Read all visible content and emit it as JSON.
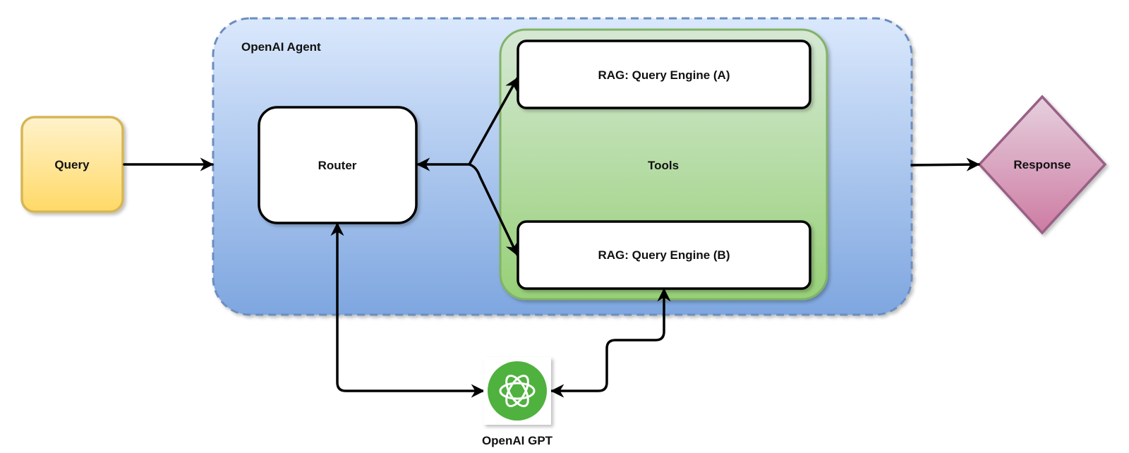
{
  "nodes": {
    "query": {
      "label": "Query"
    },
    "agent": {
      "label": "OpenAI Agent"
    },
    "router": {
      "label": "Router"
    },
    "tools": {
      "label": "Tools"
    },
    "engine_a": {
      "label": "RAG: Query Engine (A)"
    },
    "engine_b": {
      "label": "RAG: Query Engine (B)"
    },
    "response": {
      "label": "Response"
    },
    "gpt": {
      "label": "OpenAI GPT",
      "icon": "openai-logo-icon"
    }
  },
  "edges": [
    {
      "from": "query",
      "to": "agent"
    },
    {
      "from": "tools",
      "to": "router"
    },
    {
      "from": "router",
      "to": "engine_a"
    },
    {
      "from": "router",
      "to": "engine_b"
    },
    {
      "from": "router",
      "to": "gpt",
      "bidirectional": true
    },
    {
      "from": "engine_b",
      "to": "gpt",
      "bidirectional": true
    },
    {
      "from": "agent",
      "to": "response"
    }
  ],
  "colors": {
    "agent_fill_top": "#dae8fc",
    "agent_fill_bottom": "#7ea6e0",
    "agent_border": "#6c8ebf",
    "tools_fill_top": "#d5e8d4",
    "tools_fill_bottom": "#97d077",
    "tools_border": "#82b366",
    "query_fill_top": "#fff2cc",
    "query_fill_bottom": "#ffd966",
    "query_border": "#d6b656",
    "response_fill_top": "#e6d0de",
    "response_fill_bottom": "#cd7ba2",
    "response_border": "#996185",
    "openai_green": "#4fb13e"
  }
}
